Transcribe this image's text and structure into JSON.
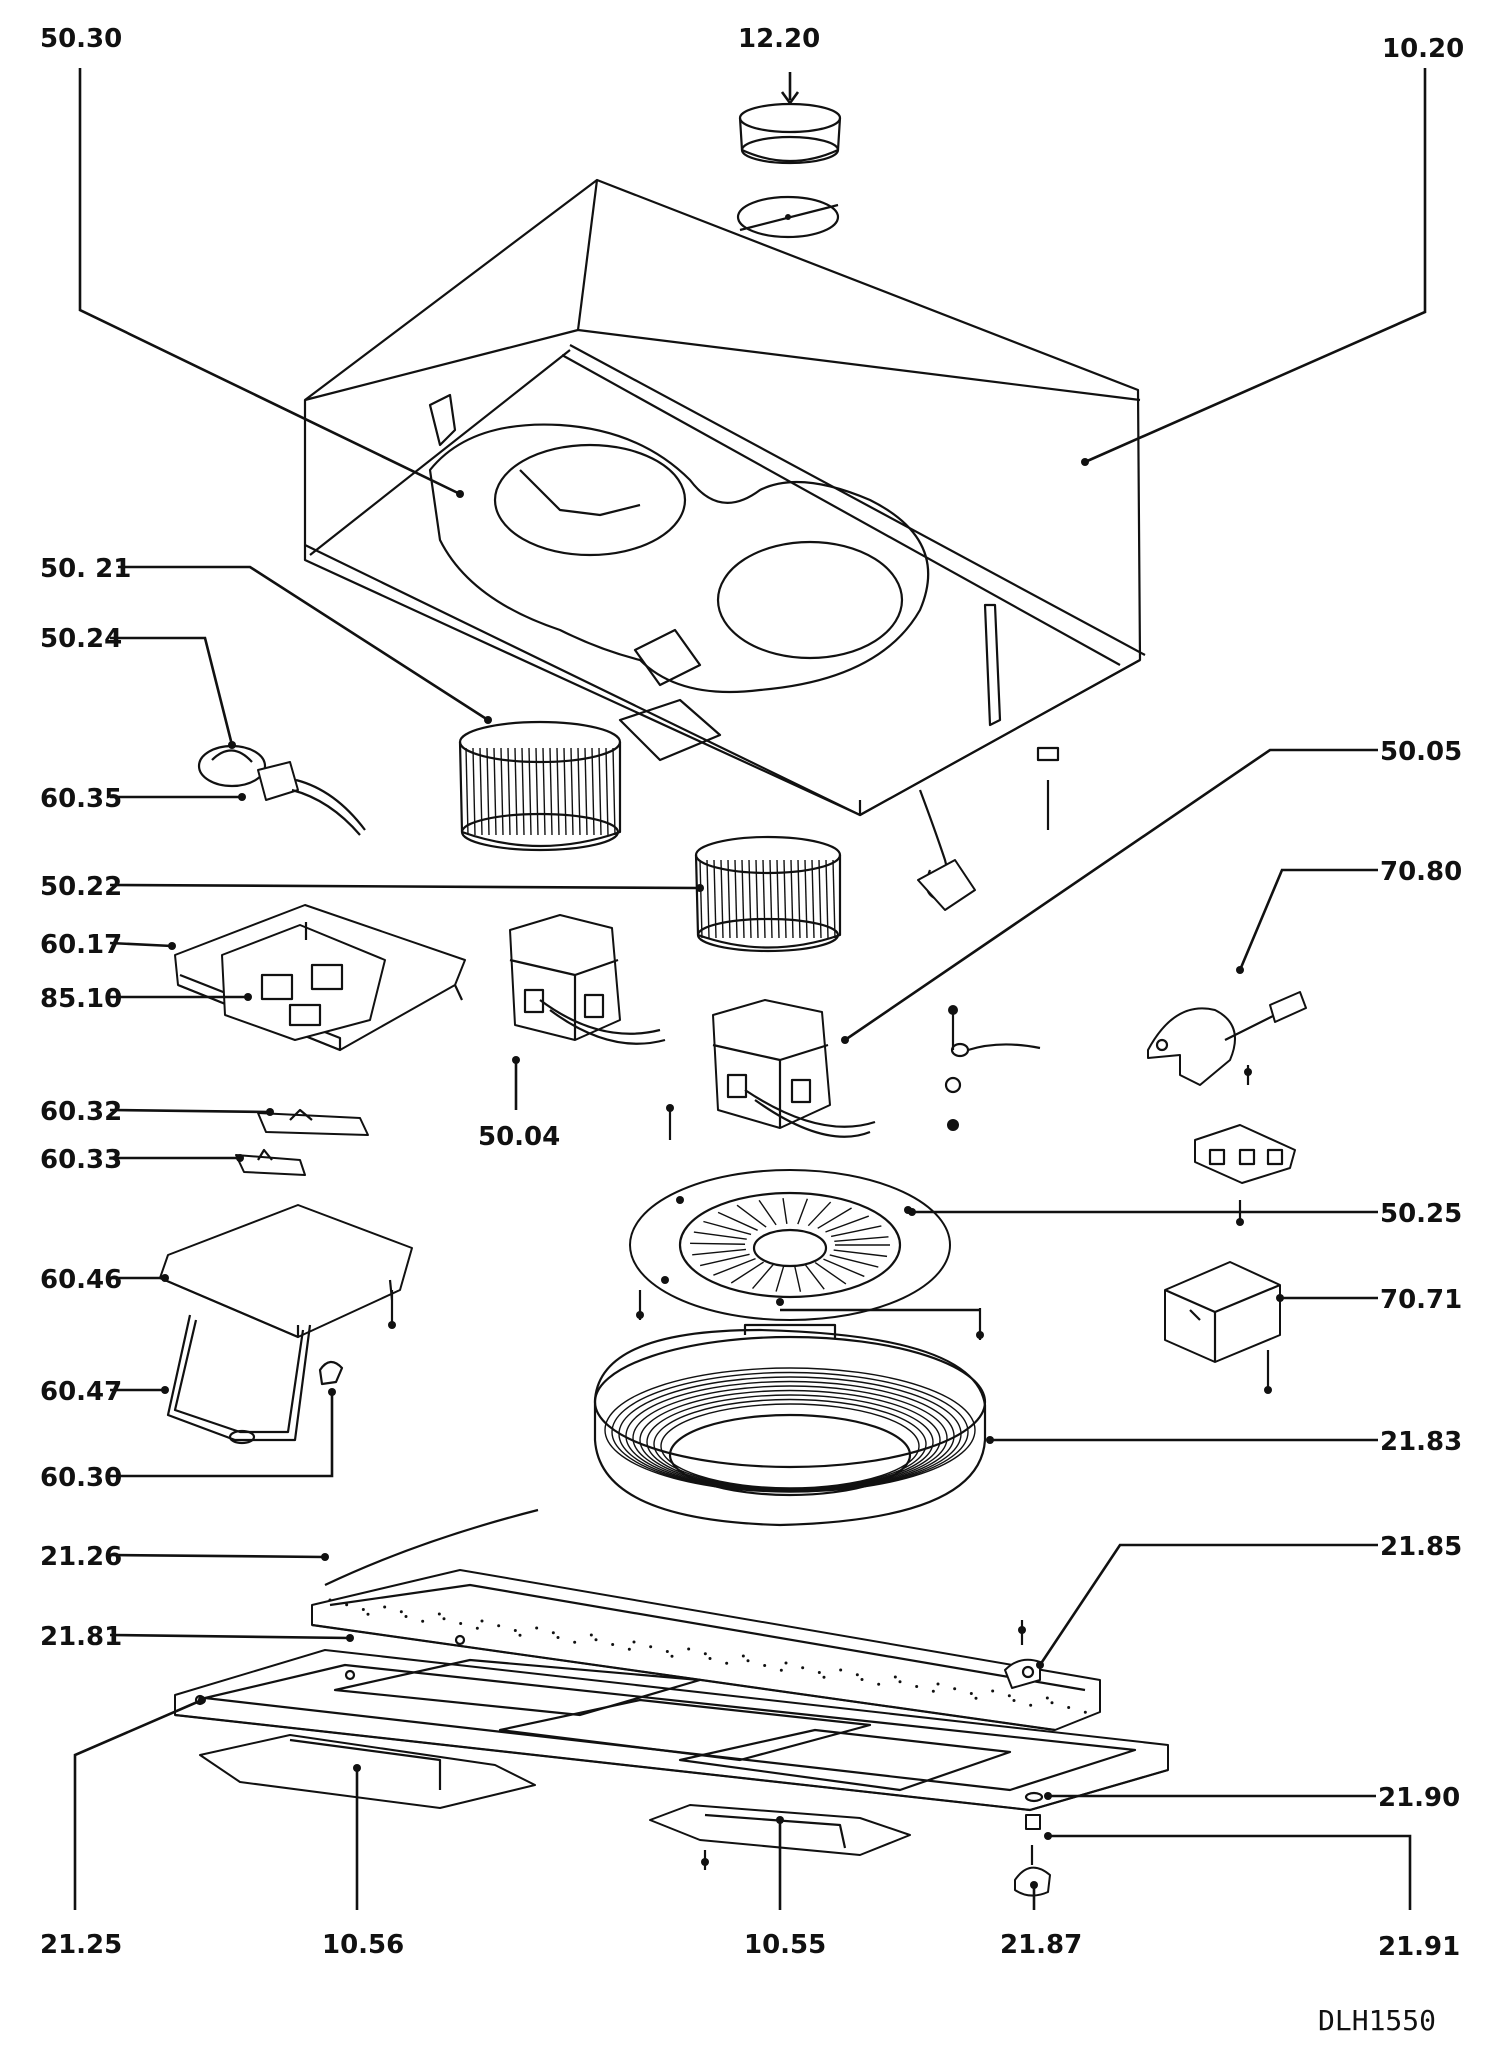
{
  "labels": {
    "p5030": "50.30",
    "p1220": "12.20",
    "p1020": "10.20",
    "p5021": "50. 21",
    "p5024": "50.24",
    "p6035": "60.35",
    "p5005": "50.05",
    "p5022": "50.22",
    "p7080": "70.80",
    "p6017": "60.17",
    "p8510": "85.10",
    "p5004": "50.04",
    "p6032": "60.32",
    "p6033": "60.33",
    "p5025": "50.25",
    "p6046": "60.46",
    "p7071": "70.71",
    "p6047": "60.47",
    "p6030": "60.30",
    "p2183": "21.83",
    "p2126": "21.26",
    "p2185": "21.85",
    "p2181": "21.81",
    "p2190": "21.90",
    "p2191": "21.91",
    "p2125": "21.25",
    "p1056": "10.56",
    "p1055": "10.55",
    "p2187": "21.87"
  },
  "drawing_code": "DLH1550"
}
